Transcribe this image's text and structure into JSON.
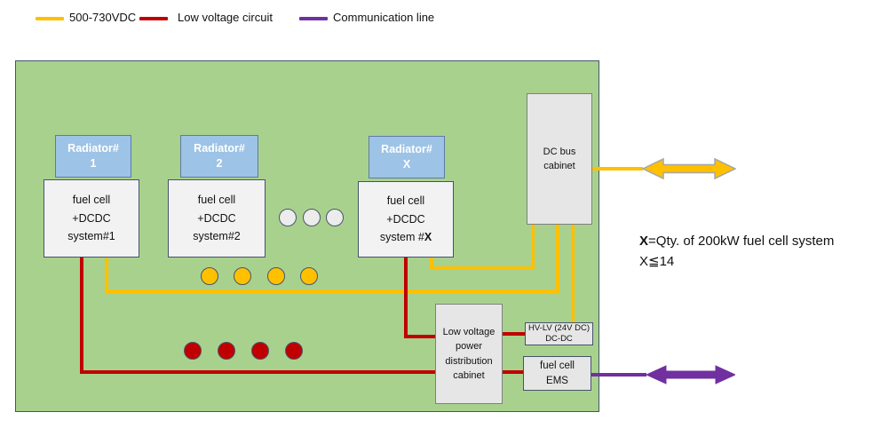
{
  "legend": {
    "items": [
      {
        "name": "hv-dc",
        "label": "500-730VDC",
        "color": "#FFC000"
      },
      {
        "name": "low-voltage",
        "label": "Low voltage circuit",
        "color": "#C00000"
      },
      {
        "name": "communication",
        "label": "Communication line",
        "color": "#7030A0"
      }
    ]
  },
  "diagram": {
    "radiators": [
      {
        "line1": "Radiator#",
        "line2": "1"
      },
      {
        "line1": "Radiator#",
        "line2": "2"
      },
      {
        "line1": "Radiator#",
        "line2": "X"
      }
    ],
    "fuel_cells": [
      {
        "line1": "fuel cell",
        "line2": "+DCDC",
        "line3": "system#1"
      },
      {
        "line1": "fuel cell",
        "line2": "+DCDC",
        "line3": "system#2"
      },
      {
        "line1": "fuel cell",
        "line2": "+DCDC",
        "line3_prefix": "system #",
        "line3_bold": "X"
      }
    ],
    "dc_bus_cabinet": {
      "line1": "DC bus",
      "line2": "cabinet"
    },
    "lv_cabinet": {
      "line1": "Low voltage",
      "line2": "power",
      "line3": "distribution",
      "line4": "cabinet"
    },
    "hv_lv_converter": {
      "line1": "HV-LV (24V DC)",
      "line2": "DC-DC"
    },
    "fuel_cell_ems": {
      "line1": "fuel cell",
      "line2": "EMS"
    }
  },
  "annotation": {
    "line1_bold": "X",
    "line1_rest": "=Qty. of 200kW fuel cell system",
    "line2": "X≦14"
  },
  "colors": {
    "hv_line": "#FFC000",
    "lv_line": "#C00000",
    "comm_line": "#7030A0",
    "panel_bg": "#A9D18E",
    "panel_border": "#44546A",
    "radiator_bg": "#9DC3E6",
    "radiator_border": "#5d7ba6",
    "box_bg": "#F2F2F2",
    "box_border": "#44546A",
    "cabinet_bg": "#E7E6E6",
    "dot_outline": "#4a5568",
    "white_dot_bg": "#ECECEC",
    "arrow_outline": "#A6A6A6"
  }
}
